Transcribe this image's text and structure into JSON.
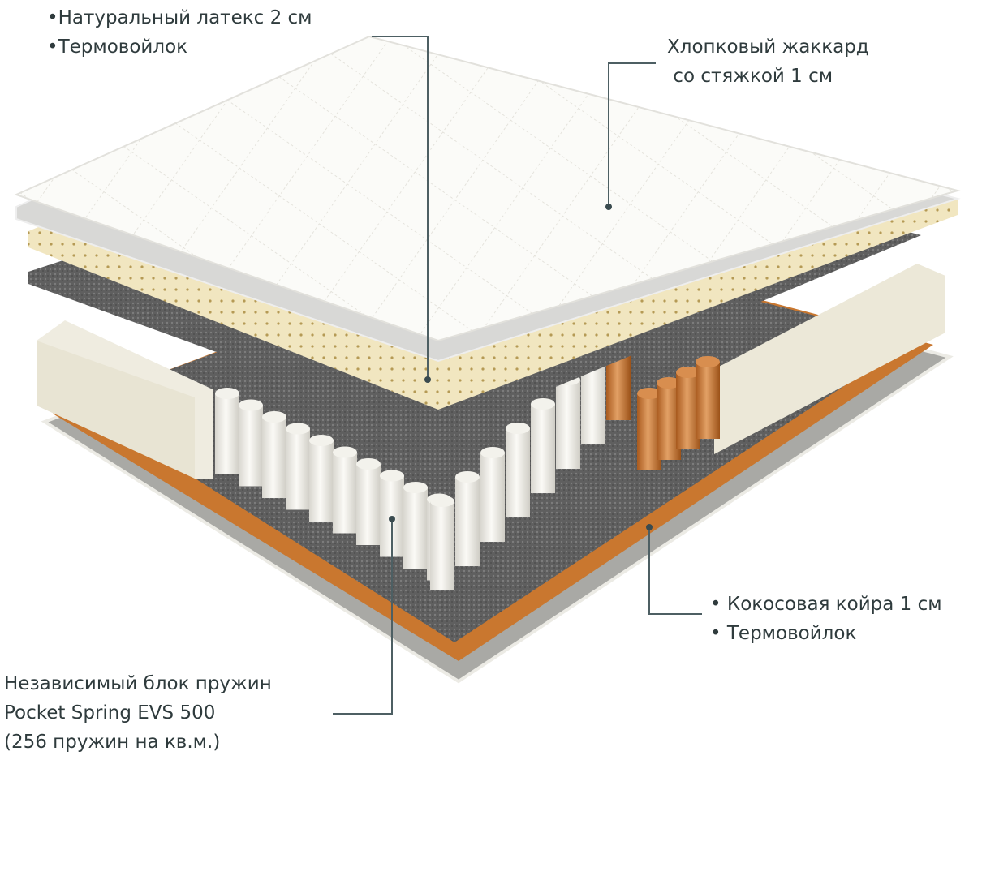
{
  "labels": {
    "latex": {
      "line1": "•Натуральный латекс 2 см",
      "line2": "•Термовойлок"
    },
    "jacquard": {
      "line1": "Хлопковый жаккард",
      "line2": " со стяжкой 1 см"
    },
    "coir": {
      "line1": "• Кокосовая койра 1 см",
      "line2": "• Термовойлок"
    },
    "springs": {
      "line1": "Независимый блок пружин",
      "line2": "Pocket Spring EVS 500",
      "line3": "(256 пружин на кв.м.)"
    }
  },
  "colors": {
    "leader": "#4d5f63",
    "coir": "#c9772f",
    "latex": "#f1e6c0",
    "felt": "#6b6b6b",
    "base": "#a9a9a5",
    "cover": "#fbfbf8"
  }
}
